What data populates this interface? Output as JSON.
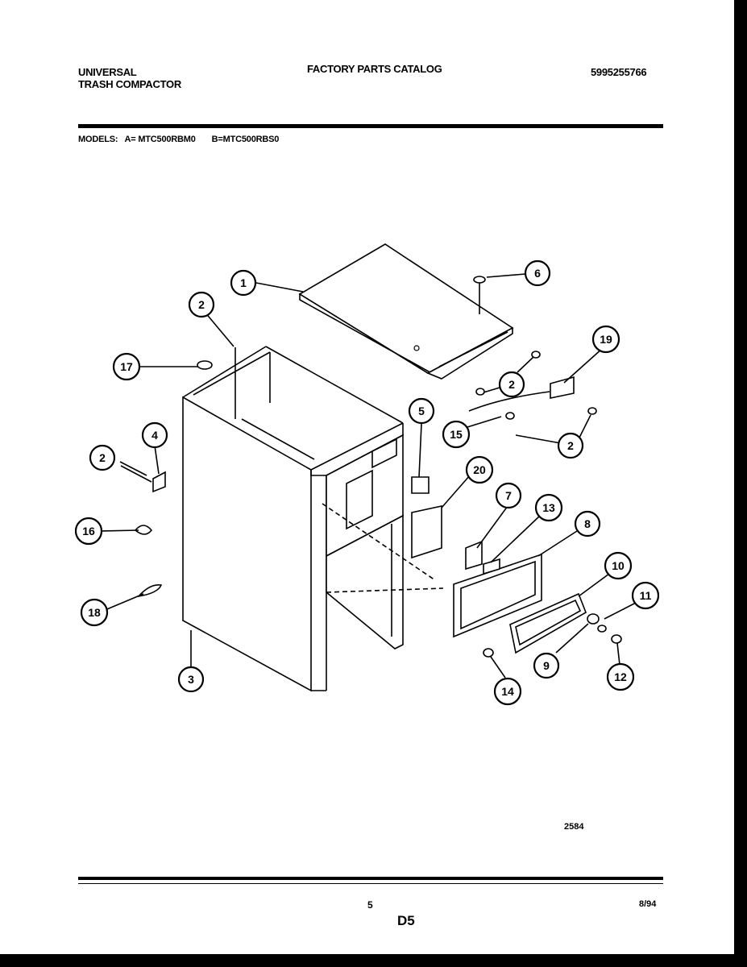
{
  "header": {
    "brand_line1": "UNIVERSAL",
    "brand_line2": "TRASH COMPACTOR",
    "catalog_title": "FACTORY PARTS CATALOG",
    "catalog_number": "5995255766"
  },
  "models": {
    "label": "MODELS:",
    "model_a": "A= MTC500RBM0",
    "model_b": "B=MTC500RBS0"
  },
  "diagram": {
    "figure_code": "2584",
    "callouts": [
      "1",
      "2",
      "3",
      "4",
      "5",
      "6",
      "7",
      "8",
      "9",
      "10",
      "11",
      "12",
      "13",
      "14",
      "15",
      "16",
      "17",
      "18",
      "19",
      "20"
    ]
  },
  "footer": {
    "page_number": "5",
    "section_code": "D5",
    "date_code": "8/94"
  }
}
